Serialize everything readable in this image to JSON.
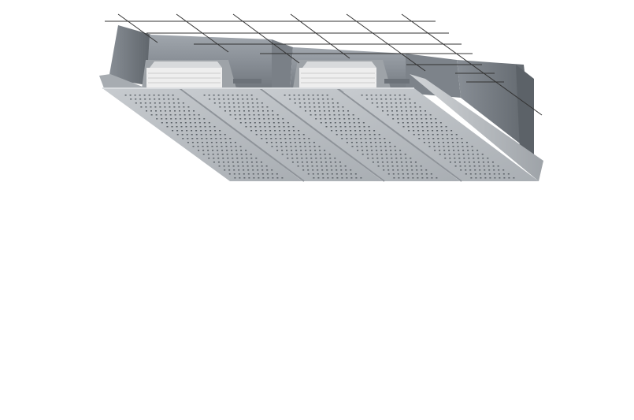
{
  "diagram": {
    "colors": {
      "background": "#ffffff",
      "back_wall": "#8a9098",
      "back_wall_dark": "#6c7279",
      "tray_face": "#b3b8bd",
      "tray_face_light": "#c4c8cc",
      "tray_shadow": "#9aa0a6",
      "perforation": "#5a6066",
      "insulation": "#eeeeee",
      "insulation_line": "#c8c8c8",
      "leader_line": "#333333"
    },
    "parts": {
      "upper_sheet": "corrugated-upper-sheet",
      "lower_tray": "perforated-liner-tray",
      "insulation": "insulation-block",
      "fixing": "fixing-rail"
    }
  }
}
